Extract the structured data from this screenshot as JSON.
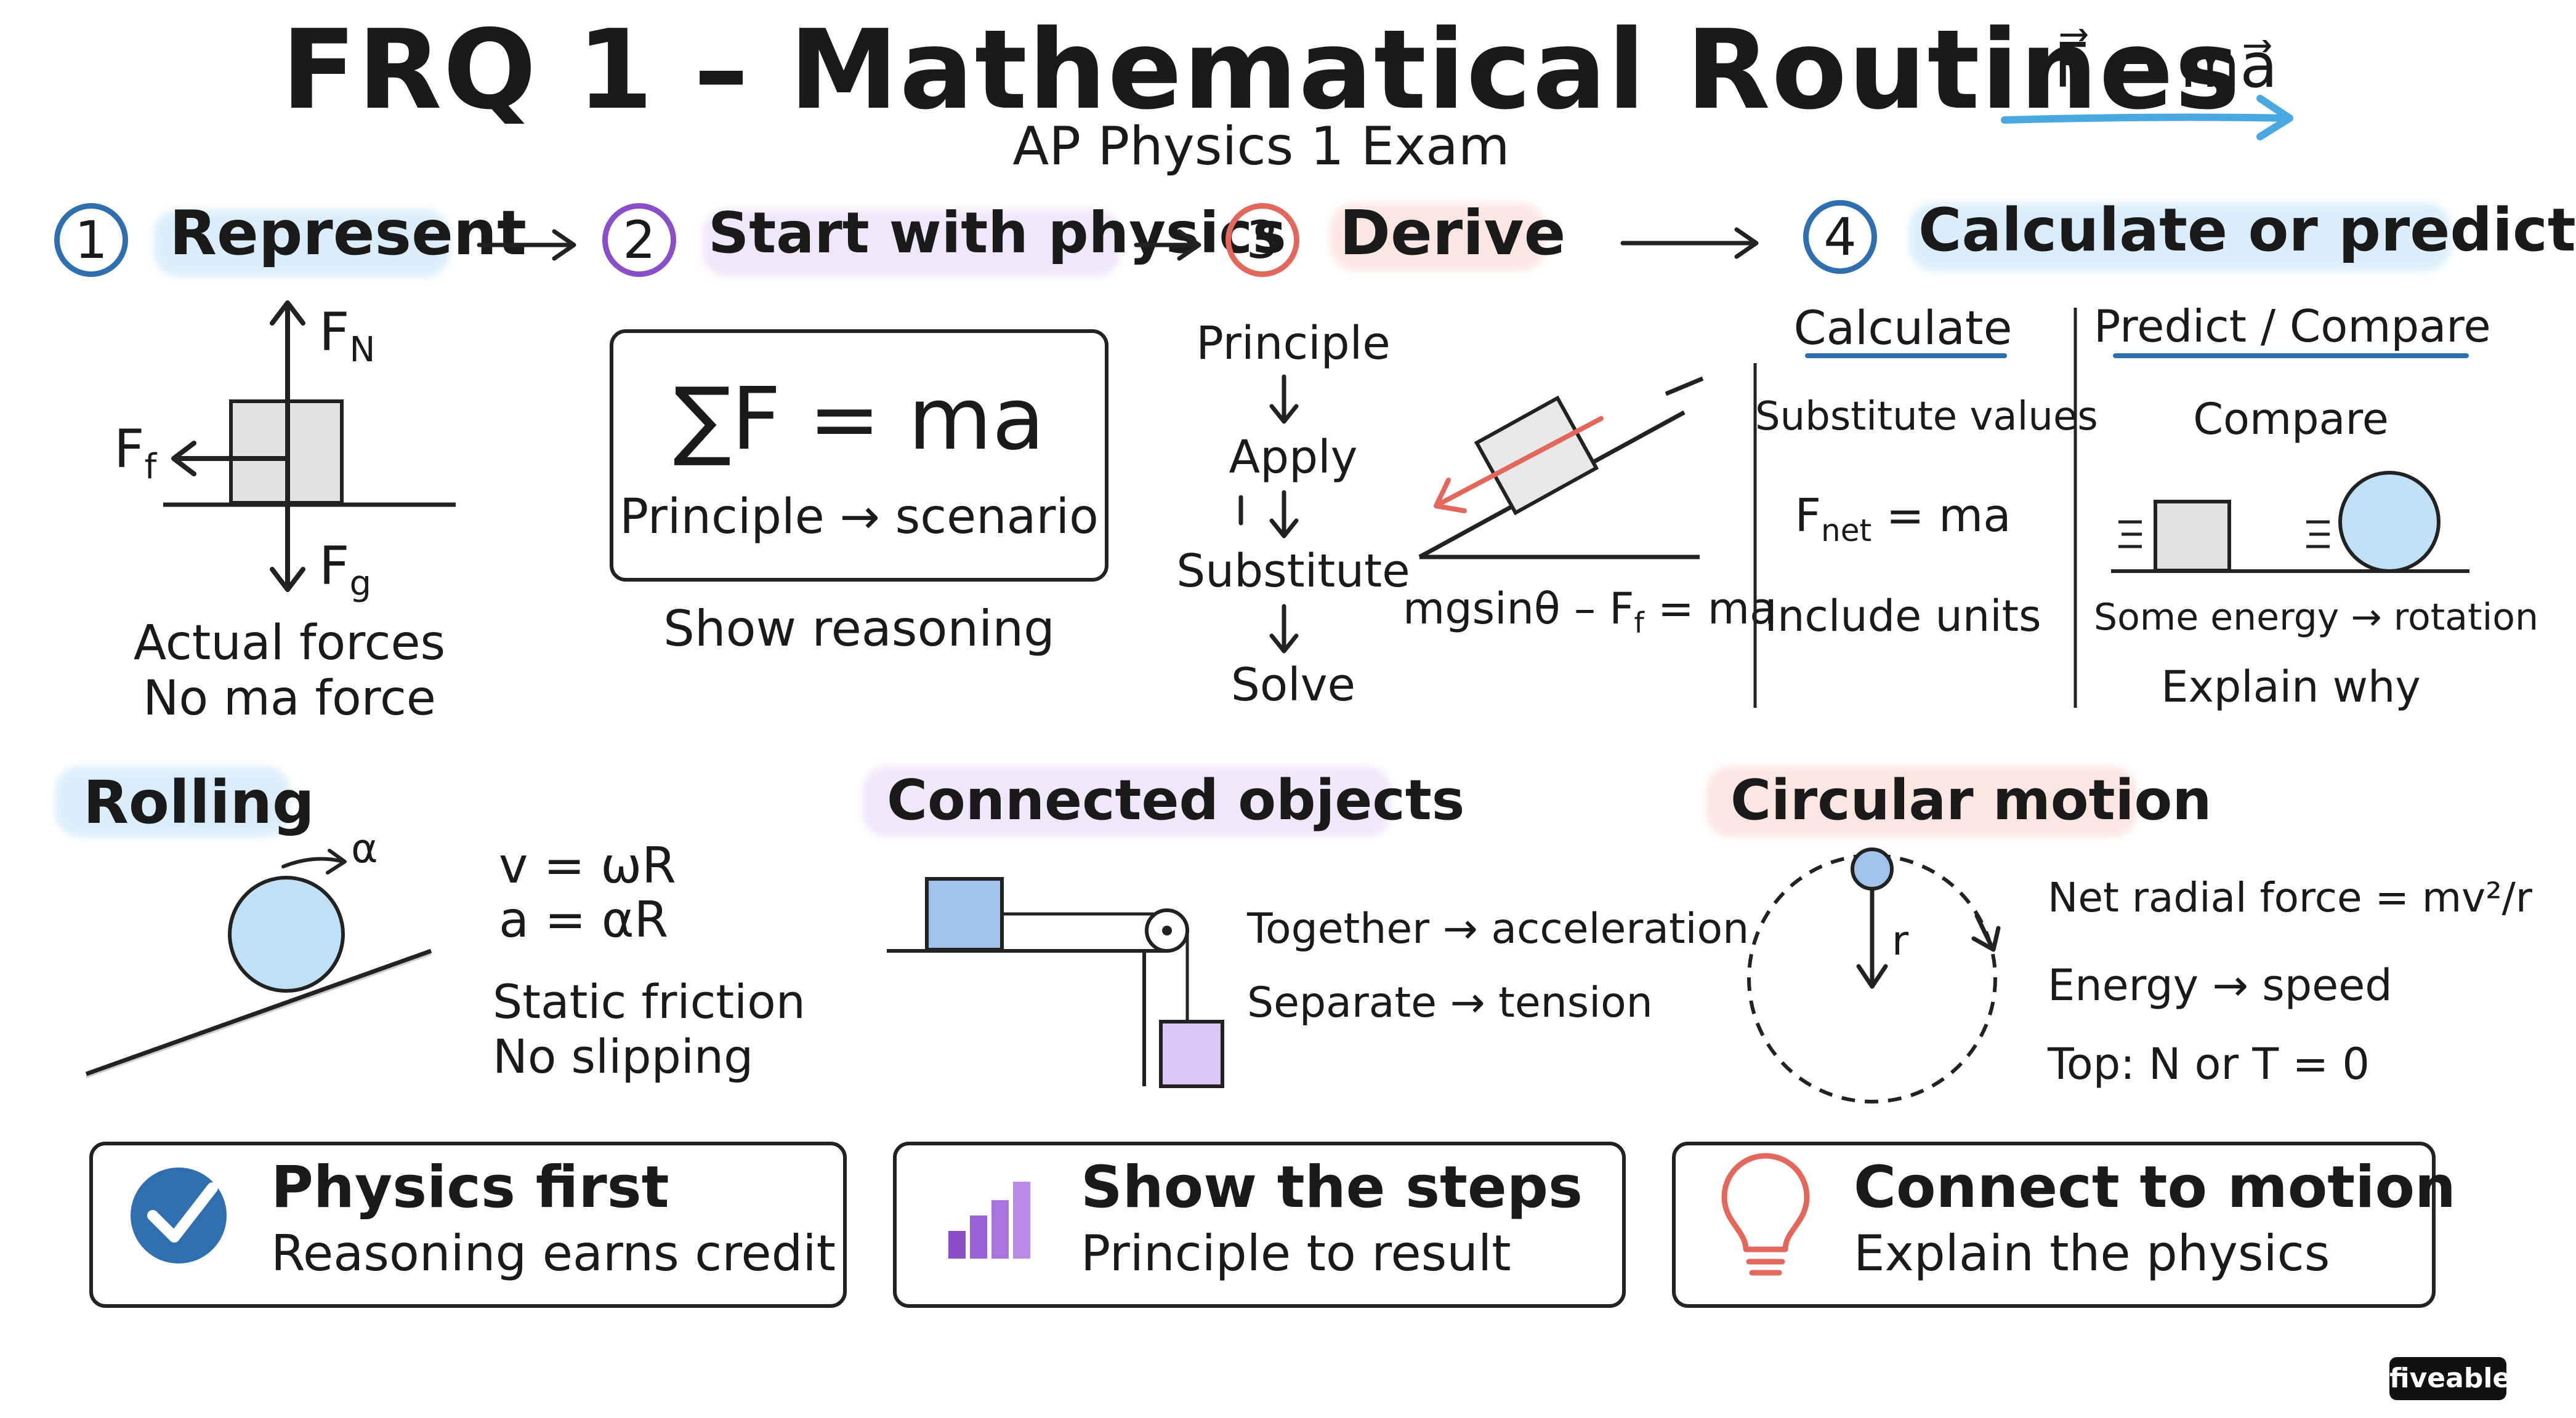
{
  "header": {
    "title": "FRQ 1 – Mathematical Routines",
    "subtitle": "AP Physics 1 Exam",
    "formula": "F⃗ = ma⃗"
  },
  "steps": [
    {
      "number": "1",
      "label": "Represent"
    },
    {
      "number": "2",
      "label": "Start with physics"
    },
    {
      "number": "3",
      "label": "Derive"
    },
    {
      "number": "4",
      "label": "Calculate or predict"
    }
  ],
  "represent": {
    "fn": "F",
    "fn_sub": "N",
    "ff": "F",
    "ff_sub": "f",
    "fg": "F",
    "fg_sub": "g",
    "note1": "Actual forces",
    "note2": "No ma force"
  },
  "physics": {
    "equation": "∑F = ma",
    "caption": "Principle → scenario",
    "note": "Show reasoning"
  },
  "derive": {
    "flow": [
      "Principle",
      "Apply",
      "Substitute",
      "Solve"
    ],
    "eq_main": "mgsinθ – F",
    "eq_sub": "f",
    "eq_end": " = ma"
  },
  "calculate": {
    "heading": "Calculate",
    "line1": "Substitute values",
    "fnet": "F",
    "fnet_sub": "net",
    "fnet_rest": " = ma",
    "line3": "Include units"
  },
  "predict": {
    "heading": "Predict / Compare",
    "line1": "Compare",
    "line2": "Some energy → rotation",
    "line3": "Explain why"
  },
  "rolling": {
    "title": "Rolling",
    "alpha": "α",
    "eq1": "v = ωR",
    "eq2": "a = αR",
    "note1": "Static friction",
    "note2": "No slipping"
  },
  "connected": {
    "title": "Connected objects",
    "line1": "Together → acceleration",
    "line2": "Separate → tension"
  },
  "circular": {
    "title": "Circular motion",
    "r": "r",
    "line1": "Net radial force = mv²/r",
    "line2": "Energy → speed",
    "line3": "Top: N or T = 0"
  },
  "cards": [
    {
      "title": "Physics first",
      "sub": "Reasoning earns credit",
      "icon": "checkmark-icon"
    },
    {
      "title": "Show the steps",
      "sub": "Principle to result",
      "icon": "bar-chart-icon"
    },
    {
      "title": "Connect to motion",
      "sub": "Explain the physics",
      "icon": "lightbulb-icon"
    }
  ],
  "brand": "fiveable",
  "colors": {
    "blue": "#2f6fb0",
    "purple": "#8a4fc8",
    "coral": "#e3675a",
    "light_blue": "#bfe0f7",
    "light_purple": "#e6d4f7",
    "light_coral": "#fbd3cc",
    "box_blue": "#9fc3ea",
    "box_purple": "#dcc8f6"
  }
}
